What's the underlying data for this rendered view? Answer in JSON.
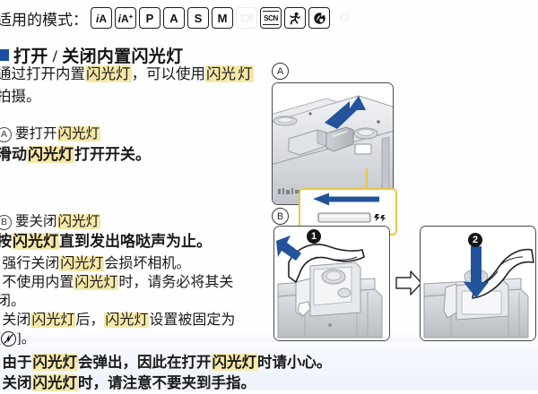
{
  "mode_row": {
    "label": "适用的模式：",
    "icons": [
      {
        "name": "mode-ia",
        "text": "iA",
        "kind": "ia"
      },
      {
        "name": "mode-ia-plus",
        "text": "iA+",
        "kind": "iaplus"
      },
      {
        "name": "mode-p",
        "text": "P",
        "kind": "letter"
      },
      {
        "name": "mode-a",
        "text": "A",
        "kind": "letter"
      },
      {
        "name": "mode-s",
        "text": "S",
        "kind": "letter"
      },
      {
        "name": "mode-m",
        "text": "M",
        "kind": "letter"
      },
      {
        "name": "mode-creative-video",
        "text": "",
        "kind": "ghost"
      },
      {
        "name": "mode-scn",
        "text": "SCN",
        "kind": "scn"
      },
      {
        "name": "mode-sports",
        "text": "",
        "kind": "person"
      },
      {
        "name": "mode-creative-control",
        "text": "",
        "kind": "palette"
      },
      {
        "name": "mode-custom-ghost",
        "text": "",
        "kind": "ghostplain"
      }
    ]
  },
  "heading": {
    "bullet_color": "#1c4fa1",
    "text": "打开 / 关闭内置闪光灯"
  },
  "intro": {
    "l1_a": "通过打开内置",
    "l1_hl": "闪光灯",
    "l1_b": "，可以使用",
    "l1_hl2": "闪光",
    "l2_hl": "灯",
    "l2_b": "拍摄。"
  },
  "section_a": {
    "tag": "A",
    "title_a": "要打开",
    "title_hl": "闪光灯",
    "body_a": "滑动",
    "body_hl": "闪光灯",
    "body_b": "打开开关。"
  },
  "section_b": {
    "tag": "B",
    "title_a": "要关闭",
    "title_hl": "闪光灯",
    "body_a": "按",
    "body_hl": "闪光灯",
    "body_b": "直到发出咯哒声为止。",
    "bullets": [
      {
        "a": "强行关闭",
        "hl": "闪光灯",
        "b": "会损坏相机。"
      },
      {
        "a": "不使用内置",
        "hl": "闪光灯",
        "b": "时，请务必将其关"
      },
      {
        "cont": "闭。"
      },
      {
        "a": "关闭",
        "hl": "闪光灯",
        "b": "后，",
        "hl2": "闪光灯",
        "c": "设置被固定为"
      },
      {
        "cont": "[",
        "symbol": "flash-off",
        "cont2": "]。"
      }
    ]
  },
  "footer_notes": [
    {
      "a": "由于",
      "hl": "闪光灯",
      "b": "会弹出，因此在打开",
      "hl2": "闪光灯",
      "c": "时请小心。"
    },
    {
      "a": "关闭",
      "hl": "闪光灯",
      "b": "时，请注意不要夹到手指。"
    }
  ],
  "figures": {
    "a": {
      "tag": "A",
      "caption_arrow": "slide-left",
      "flash_symbol": "⚡"
    },
    "b": {
      "tag": "B",
      "step_1": "1",
      "step_2": "2"
    }
  },
  "colors": {
    "highlight": "#f7e8a9",
    "accent_blue": "#1c4fa1",
    "arrow_blue": "#23549b",
    "callout_border": "#e8c64a"
  }
}
